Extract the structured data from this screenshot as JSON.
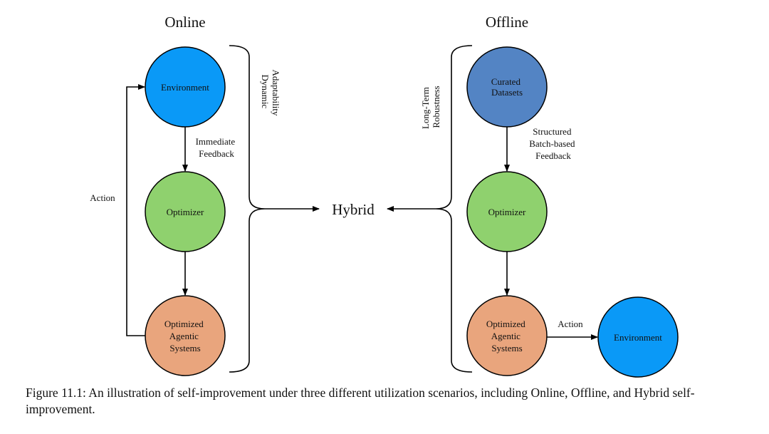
{
  "headings": {
    "online": "Online",
    "offline": "Offline",
    "hybrid": "Hybrid"
  },
  "online": {
    "environment": "Environment",
    "feedback": [
      "Immediate",
      "Feedback"
    ],
    "optimizer": "Optimizer",
    "systems": [
      "Optimized",
      "Agentic",
      "Systems"
    ],
    "action": "Action",
    "brace_label": [
      "Dynamic",
      "Adaptability"
    ]
  },
  "offline": {
    "datasets": [
      "Curated",
      "Datasets"
    ],
    "feedback": [
      "Structured",
      "Batch-based",
      "Feedback"
    ],
    "optimizer": "Optimizer",
    "systems": [
      "Optimized",
      "Agentic",
      "Systems"
    ],
    "action": "Action",
    "environment": "Environment",
    "brace_label": [
      "Long-Term",
      "Robustness"
    ]
  },
  "colors": {
    "environment": "#0a99f7",
    "curated_datasets": "#5384c4",
    "optimizer": "#8fd16e",
    "systems": "#e9a57d",
    "stroke": "#000000"
  },
  "caption": "Figure 11.1: An illustration of self-improvement under three different utilization scenarios, including Online, Offline, and Hybrid self-improvement."
}
